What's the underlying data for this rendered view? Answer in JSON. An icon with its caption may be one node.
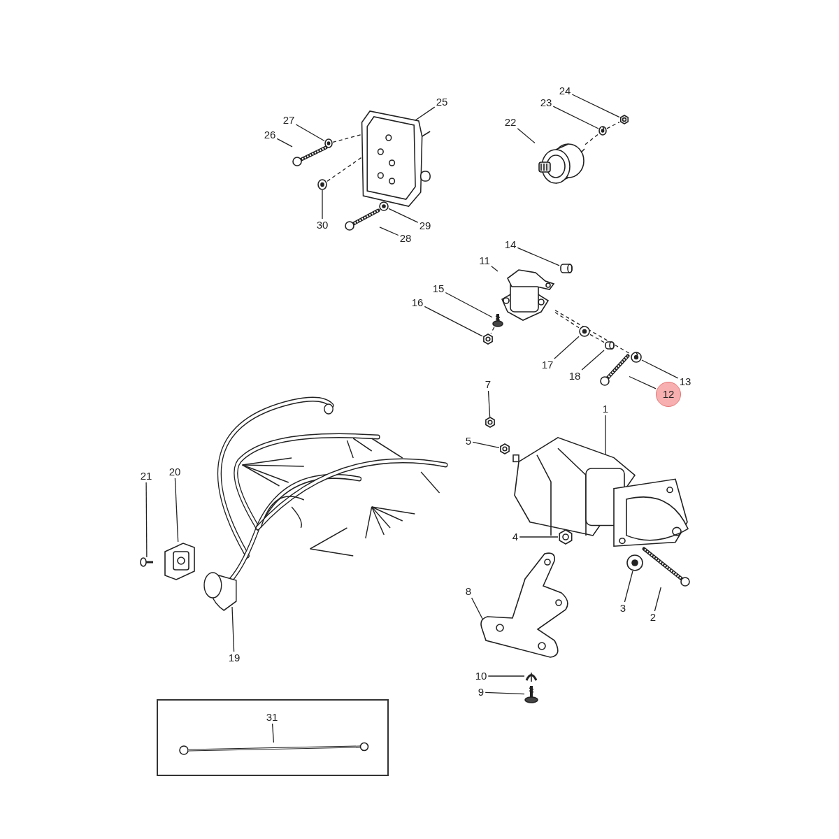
{
  "diagram": {
    "nodes": [
      {
        "text": [
          "24"
        ]
      },
      {
        "text": [],
        "shape": "picture"
      },
      {
        "text": [
          "23"
        ]
      },
      {
        "text": [],
        "shape": "picture"
      },
      {
        "text": [
          "22"
        ]
      },
      {
        "text": [],
        "shape": "picture"
      },
      {
        "text": [
          "25"
        ]
      },
      {
        "text": [],
        "shape": "picture"
      },
      {
        "text": [
          "27"
        ]
      },
      {
        "text": [],
        "shape": "picture"
      },
      {
        "text": [
          "26"
        ]
      },
      {
        "text": [],
        "shape": "picture"
      },
      {
        "text": [
          "30"
        ]
      },
      {
        "text": [],
        "shape": "picture"
      },
      {
        "text": [
          "28"
        ]
      },
      {
        "text": [],
        "shape": "picture"
      },
      {
        "text": [
          "29"
        ]
      },
      {
        "text": [],
        "shape": "picture"
      },
      {
        "text": [
          "14"
        ]
      },
      {
        "text": [],
        "shape": "picture"
      },
      {
        "text": [
          "11"
        ]
      },
      {
        "text": [],
        "shape": "picture"
      },
      {
        "text": [
          "15"
        ]
      },
      {
        "text": [],
        "shape": "picture"
      },
      {
        "text": [
          "16"
        ]
      },
      {
        "text": [],
        "shape": "picture"
      },
      {
        "text": [
          "17"
        ]
      },
      {
        "text": [],
        "shape": "picture"
      },
      {
        "text": [
          "18"
        ]
      },
      {
        "text": [],
        "shape": "picture"
      },
      {
        "text": [
          "13"
        ]
      },
      {
        "text": [],
        "shape": "picture"
      },
      {
        "text": [
          "12"
        ]
      },
      {
        "text": [],
        "shape": "picture"
      },
      {
        "text": [
          "7"
        ]
      },
      {
        "text": [],
        "shape": "picture"
      },
      {
        "text": [
          "5"
        ]
      },
      {
        "text": [],
        "shape": "picture"
      },
      {
        "text": [
          "1"
        ]
      },
      {
        "text": [],
        "shape": "picture"
      },
      {
        "text": [
          "4"
        ]
      },
      {
        "text": [],
        "shape": "picture"
      },
      {
        "text": [
          "3"
        ]
      },
      {
        "text": [],
        "shape": "picture"
      },
      {
        "text": [
          "2"
        ]
      },
      {
        "text": [],
        "shape": "picture"
      },
      {
        "text": [
          "8"
        ]
      },
      {
        "text": [],
        "shape": "picture"
      },
      {
        "text": [
          "10"
        ]
      },
      {
        "text": [],
        "shape": "picture"
      },
      {
        "text": [
          "9"
        ]
      },
      {
        "text": [],
        "shape": "picture"
      },
      {
        "text": [
          "21"
        ]
      },
      {
        "text": [],
        "shape": "picture"
      },
      {
        "text": [
          "20"
        ]
      },
      {
        "text": [],
        "shape": "picture"
      },
      {
        "text": [
          "19"
        ]
      },
      {
        "text": [],
        "shape": "picture"
      },
      {
        "text": [],
        "shape": "box"
      },
      {
        "text": [
          "31"
        ],
        "in": 58
      },
      {
        "text": [],
        "shape": "picture",
        "in": 58
      }
    ],
    "edges": [
      {
        "from": 0,
        "to": 1,
        "arrow": "none"
      },
      {
        "from": 2,
        "to": 3,
        "arrow": "none"
      },
      {
        "from": 4,
        "to": 5,
        "arrow": "none"
      },
      {
        "from": 6,
        "to": 7,
        "arrow": "none"
      },
      {
        "from": 8,
        "to": 9,
        "arrow": "none"
      },
      {
        "from": 10,
        "to": 11,
        "arrow": "none"
      },
      {
        "from": 12,
        "to": 13,
        "arrow": "none"
      },
      {
        "from": 14,
        "to": 15,
        "arrow": "none"
      },
      {
        "from": 16,
        "to": 17,
        "arrow": "none"
      },
      {
        "from": 18,
        "to": 19,
        "arrow": "none"
      },
      {
        "from": 20,
        "to": 21,
        "arrow": "none"
      },
      {
        "from": 22,
        "to": 23,
        "arrow": "none"
      },
      {
        "from": 24,
        "to": 25,
        "arrow": "none"
      },
      {
        "from": 26,
        "to": 27,
        "arrow": "none"
      },
      {
        "from": 28,
        "to": 29,
        "arrow": "none"
      },
      {
        "from": 30,
        "to": 31,
        "arrow": "none"
      },
      {
        "from": 32,
        "to": 33,
        "arrow": "none"
      },
      {
        "from": 34,
        "to": 35,
        "arrow": "none"
      },
      {
        "from": 36,
        "to": 37,
        "arrow": "none"
      },
      {
        "from": 38,
        "to": 39,
        "arrow": "none"
      },
      {
        "from": 40,
        "to": 41,
        "arrow": "none"
      },
      {
        "from": 42,
        "to": 43,
        "arrow": "none"
      },
      {
        "from": 44,
        "to": 45,
        "arrow": "none"
      },
      {
        "from": 46,
        "to": 47,
        "arrow": "none"
      },
      {
        "from": 48,
        "to": 49,
        "arrow": "none"
      },
      {
        "from": 50,
        "to": 51,
        "arrow": "none"
      },
      {
        "from": 52,
        "to": 53,
        "arrow": "none"
      },
      {
        "from": 54,
        "to": 55,
        "arrow": "none"
      },
      {
        "from": 56,
        "to": 57,
        "arrow": "none"
      },
      {
        "from": 59,
        "to": 60,
        "arrow": "none"
      },
      {
        "from": 9,
        "to": 7,
        "arrow": "none",
        "style": "dashed"
      },
      {
        "from": 13,
        "to": 7,
        "arrow": "none",
        "style": "dashed"
      },
      {
        "from": 5,
        "to": 3,
        "arrow": "none",
        "style": "dashed"
      },
      {
        "from": 3,
        "to": 1,
        "arrow": "none",
        "style": "dashed"
      },
      {
        "from": 21,
        "to": 31,
        "arrow": "none",
        "style": "dashed"
      },
      {
        "from": 21,
        "to": 27,
        "arrow": "none",
        "style": "dashed"
      },
      {
        "from": 27,
        "to": 29,
        "arrow": "none",
        "style": "dashed"
      },
      {
        "from": 23,
        "to": 25,
        "arrow": "none",
        "style": "dashed"
      }
    ]
  }
}
